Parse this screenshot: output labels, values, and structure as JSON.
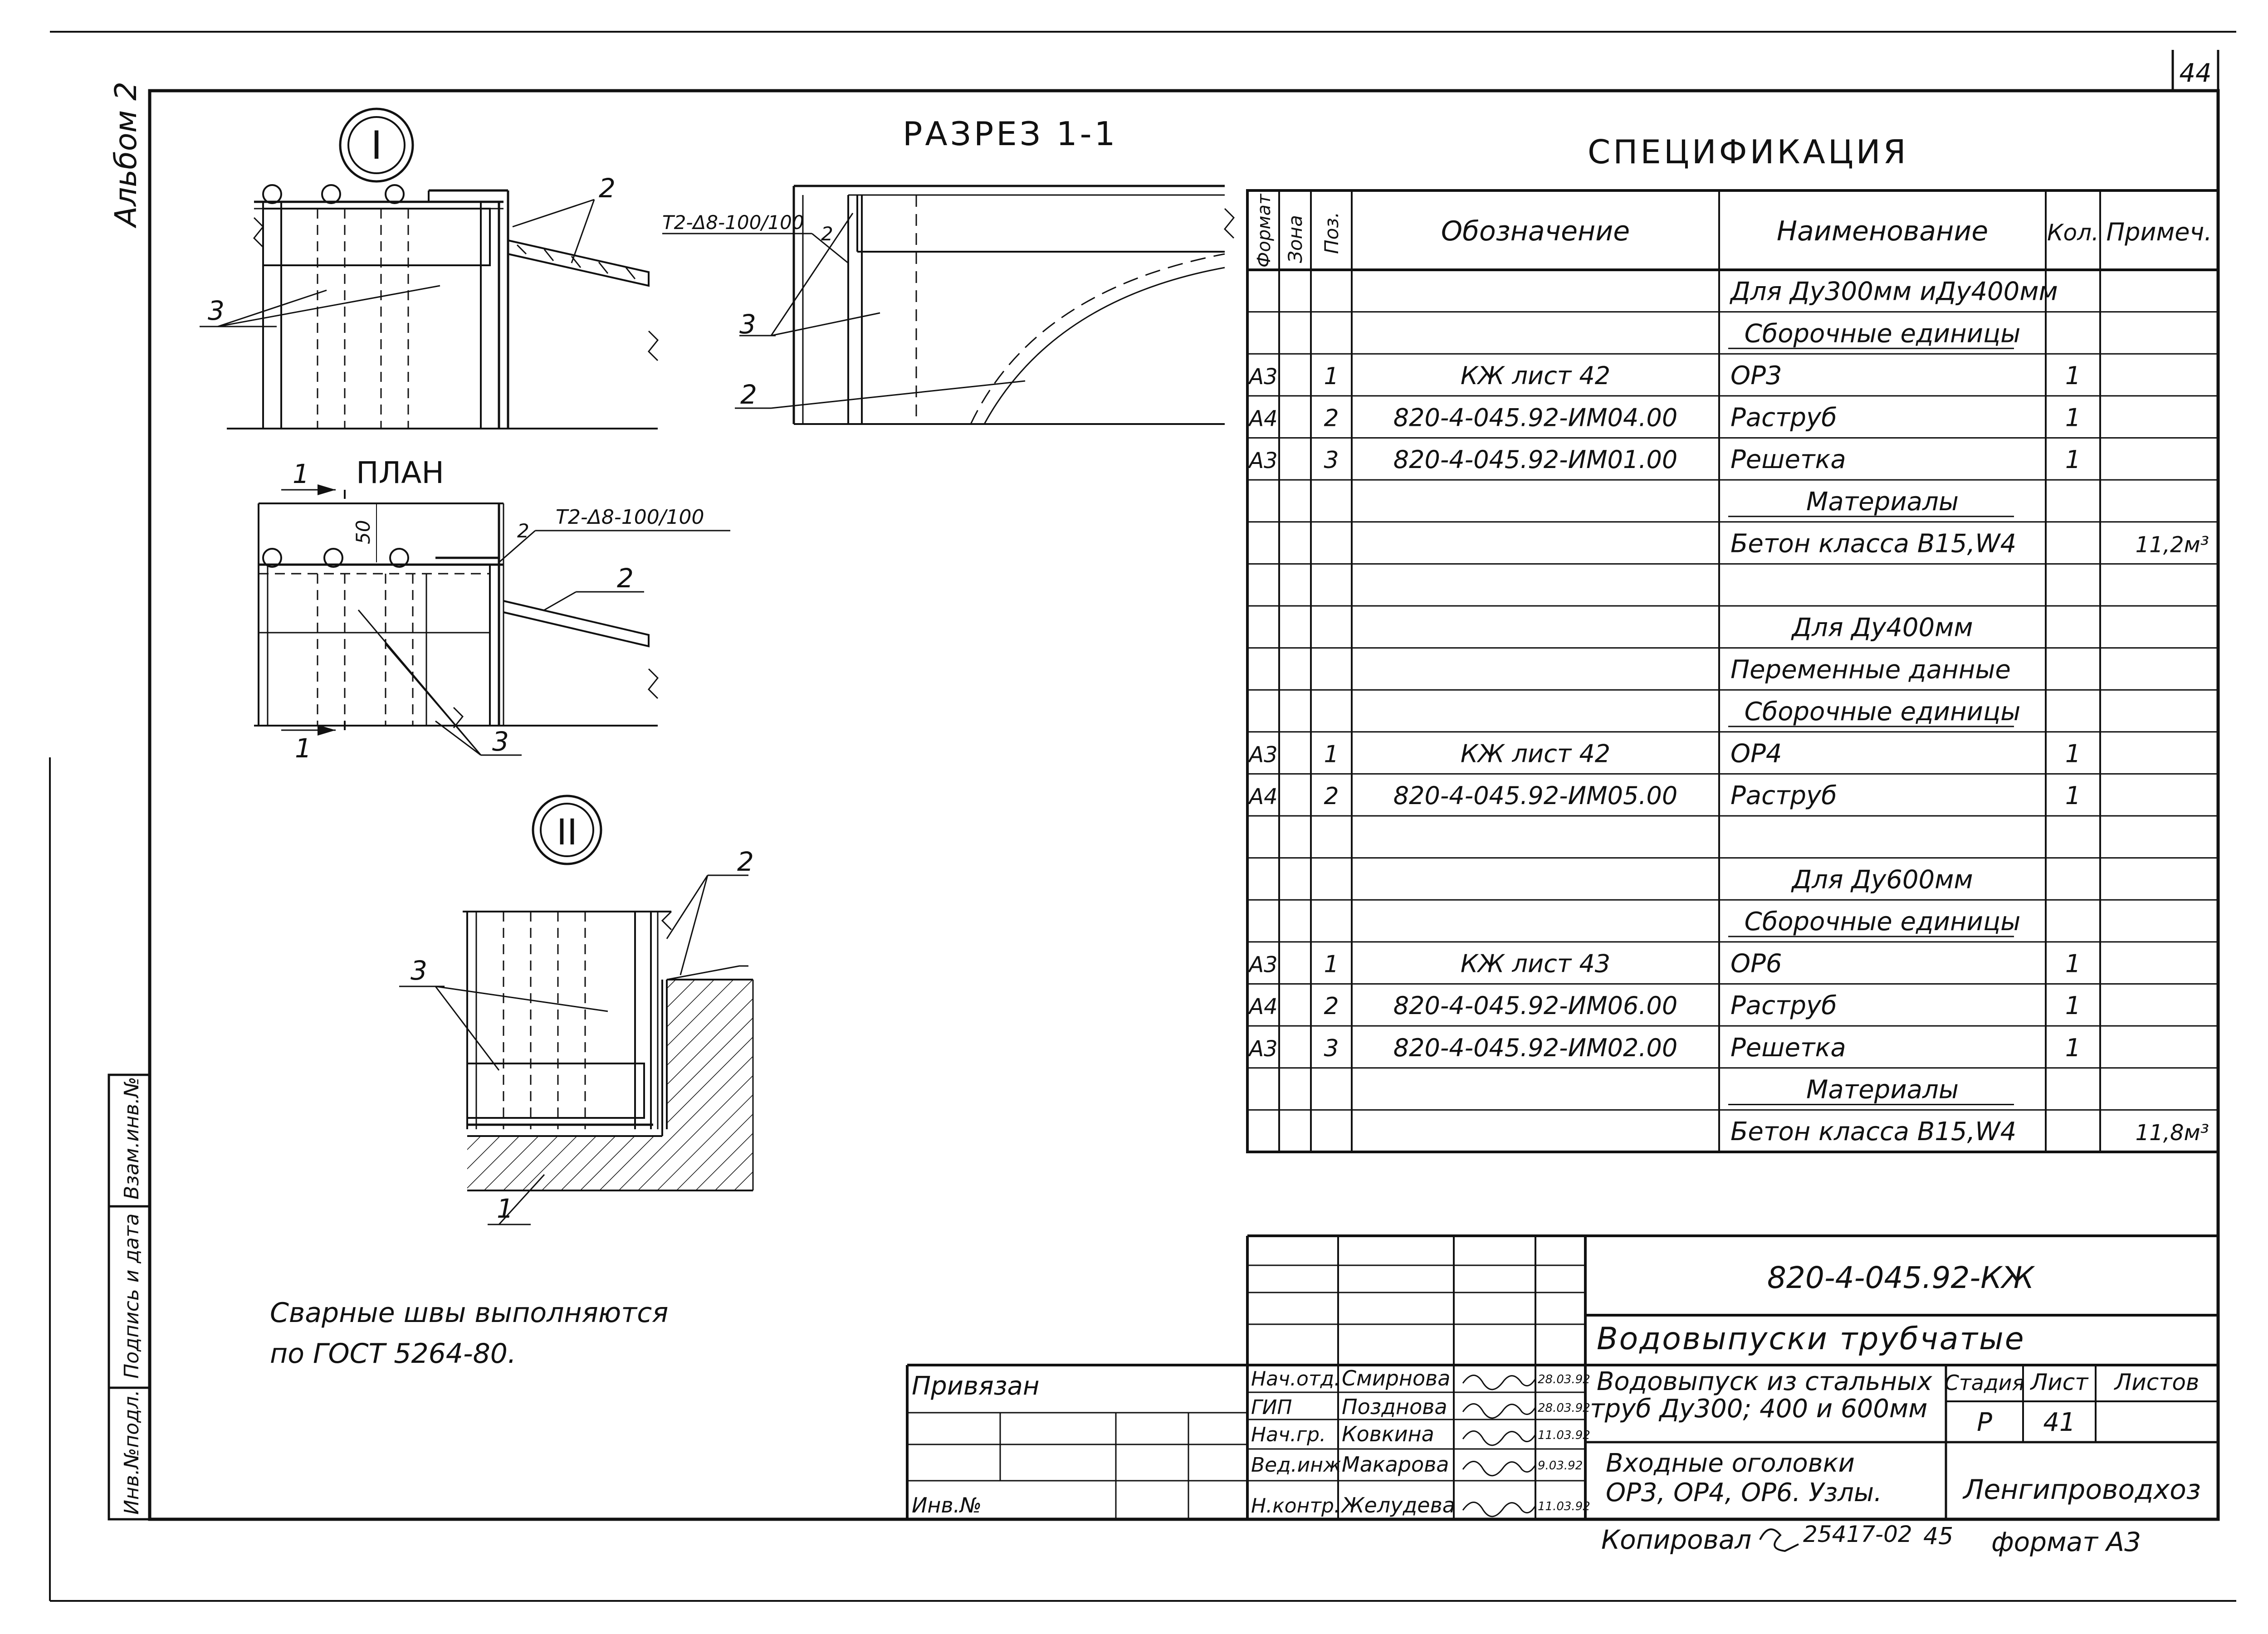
{
  "sheet": {
    "page_number": "44",
    "album": "Альбом 2",
    "side_stamp": [
      "Инв.№подл.",
      "Подпись и дата",
      "Взам.инв.№"
    ]
  },
  "section": {
    "title": "РАЗРЕЗ 1-1",
    "mark": "Т2-Δ8-100/100",
    "mark_pos": "2",
    "callouts": [
      "3",
      "2"
    ]
  },
  "node_1": {
    "label": "I",
    "callouts": [
      "2",
      "3"
    ]
  },
  "plan": {
    "title": "ПЛАН",
    "cut_label": "1",
    "dim": "50",
    "mark": "Т2-Δ8-100/100",
    "mark_pos": "2",
    "callouts": [
      "2",
      "3"
    ]
  },
  "node_2": {
    "label": "II",
    "callouts": [
      "2",
      "3",
      "1"
    ]
  },
  "note": {
    "line1": "Сварные швы выполняются",
    "line2": "по ГОСТ 5264-80."
  },
  "spec": {
    "title": "СПЕЦИФИКАЦИЯ",
    "headers": {
      "format": "Формат",
      "zone": "Зона",
      "pos": "Поз.",
      "designation": "Обозначение",
      "name": "Наименование",
      "qty": "Кол.",
      "note": "Примеч."
    },
    "rows": [
      {
        "format": "",
        "pos": "",
        "designation": "",
        "name": "Для Ду300мм иДу400мм",
        "qty": "",
        "note": "",
        "style": "plain"
      },
      {
        "format": "",
        "pos": "",
        "designation": "",
        "name": "Сборочные единицы",
        "qty": "",
        "note": "",
        "style": "heading"
      },
      {
        "format": "А3",
        "pos": "1",
        "designation": "КЖ лист 42",
        "name": "ОР3",
        "qty": "1",
        "note": "",
        "style": "item"
      },
      {
        "format": "А4",
        "pos": "2",
        "designation": "820-4-045.92-ИМ04.00",
        "name": "Раструб",
        "qty": "1",
        "note": "",
        "style": "item"
      },
      {
        "format": "А3",
        "pos": "3",
        "designation": "820-4-045.92-ИМ01.00",
        "name": "Решетка",
        "qty": "1",
        "note": "",
        "style": "item"
      },
      {
        "format": "",
        "pos": "",
        "designation": "",
        "name": "Материалы",
        "qty": "",
        "note": "",
        "style": "heading"
      },
      {
        "format": "",
        "pos": "",
        "designation": "",
        "name": "Бетон класса В15,W4",
        "qty": "",
        "note": "11,2м³",
        "style": "item"
      },
      {
        "format": "",
        "pos": "",
        "designation": "",
        "name": "",
        "qty": "",
        "note": "",
        "style": "plain"
      },
      {
        "format": "",
        "pos": "",
        "designation": "",
        "name": "Для Ду400мм",
        "qty": "",
        "note": "",
        "style": "center"
      },
      {
        "format": "",
        "pos": "",
        "designation": "",
        "name": "Переменные данные",
        "qty": "",
        "note": "",
        "style": "item"
      },
      {
        "format": "",
        "pos": "",
        "designation": "",
        "name": "Сборочные единицы",
        "qty": "",
        "note": "",
        "style": "heading"
      },
      {
        "format": "А3",
        "pos": "1",
        "designation": "КЖ лист 42",
        "name": "ОР4",
        "qty": "1",
        "note": "",
        "style": "item"
      },
      {
        "format": "А4",
        "pos": "2",
        "designation": "820-4-045.92-ИМ05.00",
        "name": "Раструб",
        "qty": "1",
        "note": "",
        "style": "item"
      },
      {
        "format": "",
        "pos": "",
        "designation": "",
        "name": "",
        "qty": "",
        "note": "",
        "style": "plain"
      },
      {
        "format": "",
        "pos": "",
        "designation": "",
        "name": "Для Ду600мм",
        "qty": "",
        "note": "",
        "style": "center"
      },
      {
        "format": "",
        "pos": "",
        "designation": "",
        "name": "Сборочные единицы",
        "qty": "",
        "note": "",
        "style": "heading"
      },
      {
        "format": "А3",
        "pos": "1",
        "designation": "КЖ лист 43",
        "name": "ОР6",
        "qty": "1",
        "note": "",
        "style": "item"
      },
      {
        "format": "А4",
        "pos": "2",
        "designation": "820-4-045.92-ИМ06.00",
        "name": "Раструб",
        "qty": "1",
        "note": "",
        "style": "item"
      },
      {
        "format": "А3",
        "pos": "3",
        "designation": "820-4-045.92-ИМ02.00",
        "name": "Решетка",
        "qty": "1",
        "note": "",
        "style": "item"
      },
      {
        "format": "",
        "pos": "",
        "designation": "",
        "name": "Материалы",
        "qty": "",
        "note": "",
        "style": "heading"
      },
      {
        "format": "",
        "pos": "",
        "designation": "",
        "name": "Бетон класса В15,W4",
        "qty": "",
        "note": "11,8м³",
        "style": "item"
      }
    ]
  },
  "title_block": {
    "doc_code": "820-4-045.92-КЖ",
    "project": "Водовыпуски трубчатые",
    "sheet_title_1": "Водовыпуск из стальных",
    "sheet_title_2": "труб Ду300; 400 и 600мм",
    "drawing_1": "Входные оголовки",
    "drawing_2": "ОР3, ОР4, ОР6. Узлы.",
    "stage_label": "Стадия",
    "sheet_label": "Лист",
    "sheets_label": "Листов",
    "stage": "Р",
    "sheet": "41",
    "organization": "Ленгипроводхоз",
    "attached_label": "Привязан",
    "inv_label": "Инв.№",
    "signatures": [
      {
        "role": "Нач.отд.",
        "name": "Смирнова",
        "date": "28.03.92"
      },
      {
        "role": "ГИП",
        "name": "Позднова",
        "date": "28.03.92"
      },
      {
        "role": "Нач.гр.",
        "name": "Ковкина",
        "date": "11.03.92"
      },
      {
        "role": "Вед.инж.",
        "name": "Макарова",
        "date": "9.03.92"
      },
      {
        "role": "Н.контр.",
        "name": "Желудева",
        "date": "11.03.92"
      }
    ],
    "copied_label": "Копировал",
    "copy_number": "25417-02",
    "copy_sheet": "45",
    "format_label": "формат А3"
  }
}
